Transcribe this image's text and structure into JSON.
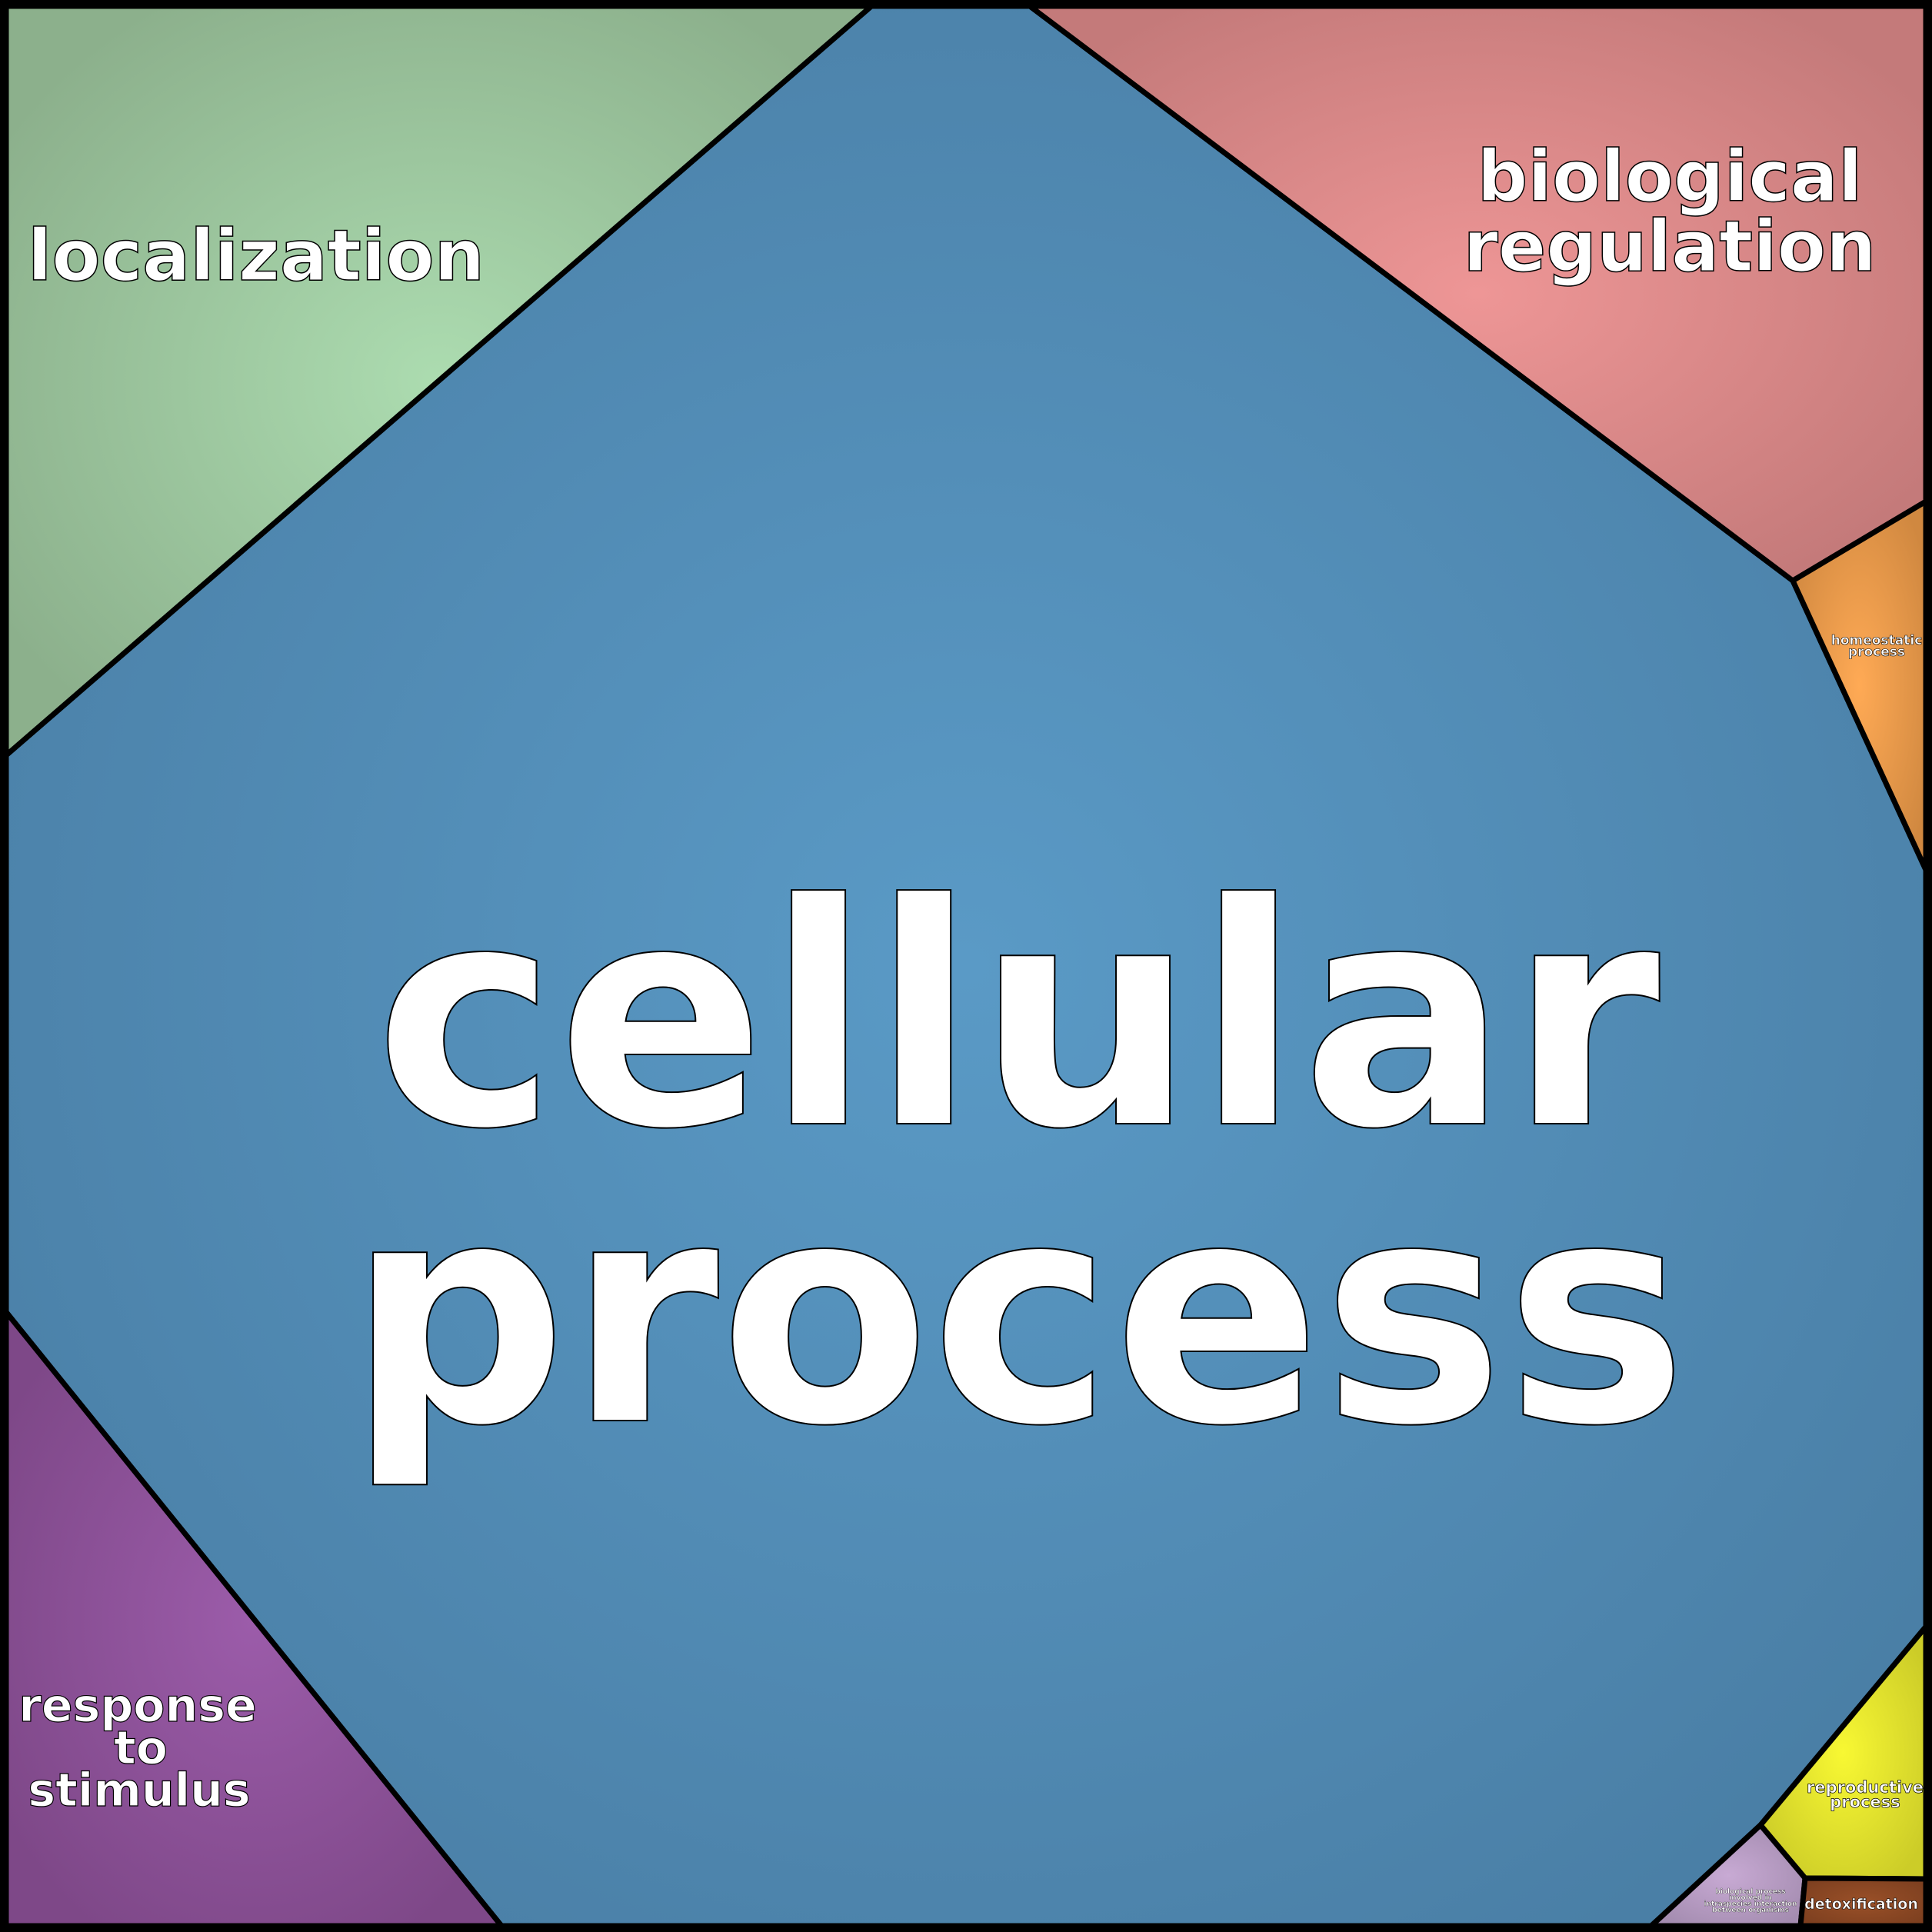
{
  "treemap": {
    "cells": [
      {
        "id": "cellular",
        "lines": [
          "cellular",
          "process"
        ],
        "color": "#5a9ac6",
        "edge": "#4a7fa6"
      },
      {
        "id": "localization",
        "lines": [
          "localization"
        ],
        "color": "#acdcb0",
        "edge": "#8cb08c"
      },
      {
        "id": "biological-regulation",
        "lines": [
          "biological",
          "regulation"
        ],
        "color": "#ee9696",
        "edge": "#c47a7a"
      },
      {
        "id": "homeostatic",
        "lines": [
          "homeostatic",
          "process"
        ],
        "color": "#ffaa55",
        "edge": "#d08840"
      },
      {
        "id": "response",
        "lines": [
          "response",
          "to",
          "stimulus"
        ],
        "color": "#9c5caa",
        "edge": "#7e4888"
      },
      {
        "id": "reproductive",
        "lines": [
          "reproductive",
          "process"
        ],
        "color": "#f8f833",
        "edge": "#cccc28"
      },
      {
        "id": "interspecies",
        "lines": [
          "biological process",
          "involved in",
          "intraspecies interaction",
          "between organisms"
        ],
        "color": "#c8aad4",
        "edge": "#a48cb0"
      },
      {
        "id": "detoxification",
        "lines": [
          "detoxification"
        ],
        "color": "#9a5028",
        "edge": "#7e4020"
      }
    ]
  }
}
